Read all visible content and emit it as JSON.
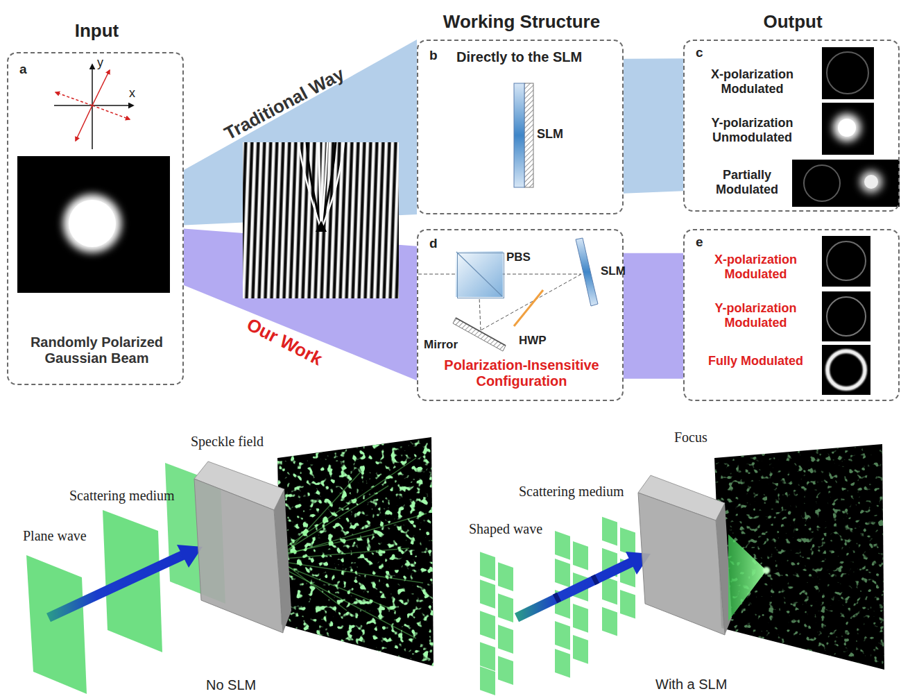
{
  "diagram": {
    "nodes": [
      {
        "text": [
          "Input",
          "a",
          "Randomly Polarized Gaussian Beam"
        ]
      },
      {
        "text": [
          "Working Structure",
          "b",
          "Directly to the SLM"
        ]
      },
      {
        "text": [
          "Output",
          "c",
          "X-polarization Modulated",
          "Y-polarization Unmodulated",
          "Partially Modulated"
        ]
      },
      {
        "text": [
          "d",
          "Polarization-Insensitive Configuration"
        ]
      },
      {
        "text": [
          "e",
          "X-polarization Modulated",
          "Y-polarization Modulated",
          "Fully Modulated"
        ]
      },
      {
        "text": [
          "PBS"
        ],
        "in": 3
      }
    ],
    "edges": [
      {
        "from": 0,
        "to": 1,
        "arrow": "none",
        "label": "Traditional Way"
      },
      {
        "from": 0,
        "to": 3,
        "arrow": "none",
        "label": "Our Work"
      },
      {
        "from": 1,
        "to": 2,
        "arrow": "none"
      },
      {
        "from": 3,
        "to": 4,
        "arrow": "none"
      }
    ],
    "labels": [
      "y",
      "x",
      "SLM",
      "SLM",
      "Mirror",
      "HWP",
      "Speckle field",
      "Scattering medium",
      "Plane wave",
      "No SLM",
      "Focus",
      "Scattering medium",
      "Shaped wave",
      "With a SLM"
    ]
  }
}
